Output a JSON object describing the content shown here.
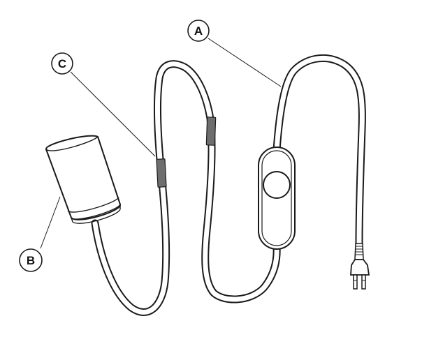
{
  "colors": {
    "stroke": "#1a1a1a",
    "background": "#ffffff",
    "band": "#6e6e6e"
  },
  "callouts": {
    "a": {
      "label": "A"
    },
    "b": {
      "label": "B"
    },
    "c": {
      "label": "C"
    }
  }
}
